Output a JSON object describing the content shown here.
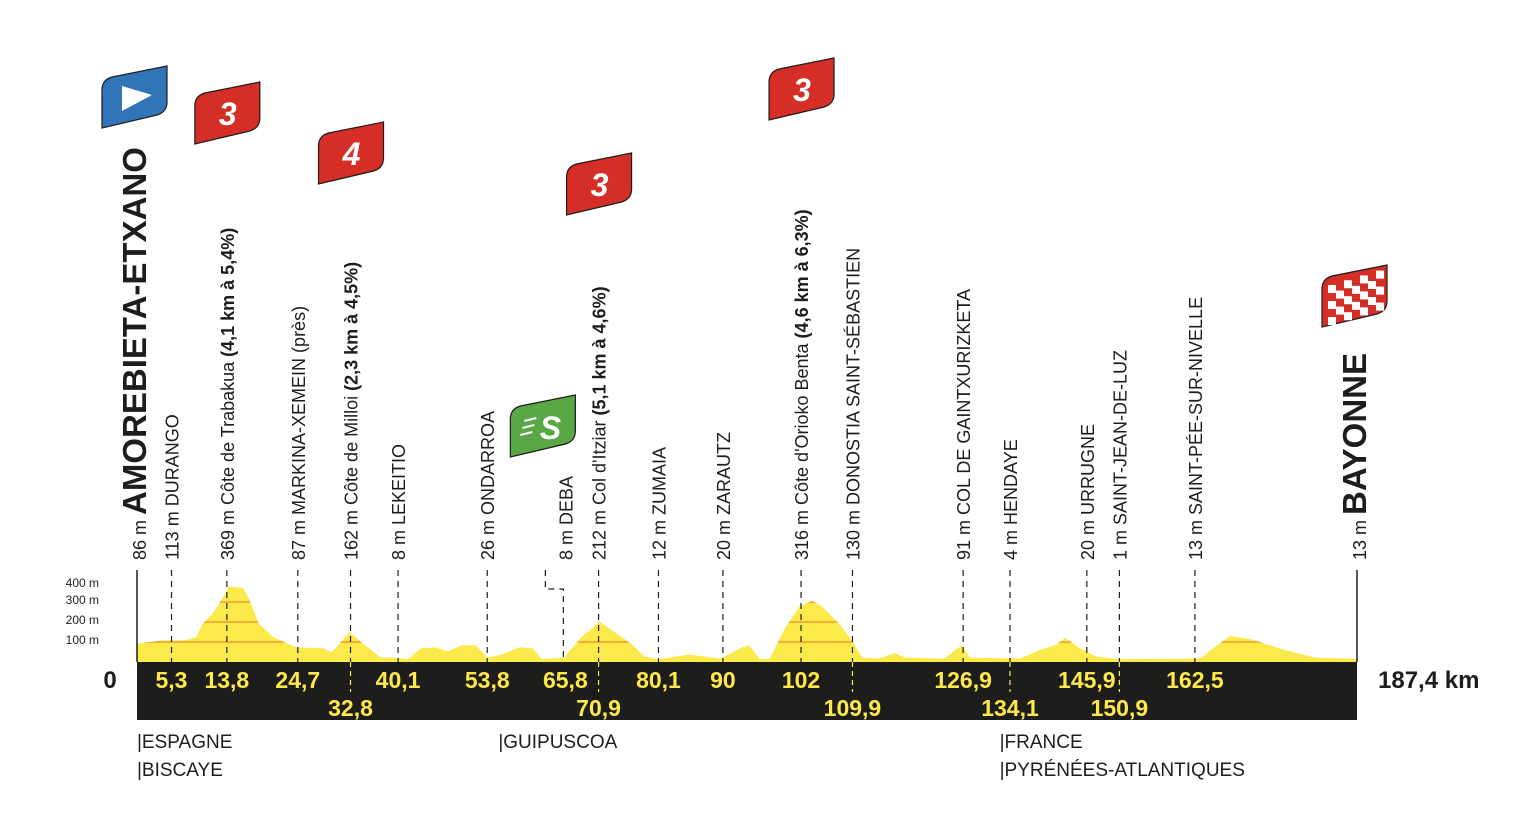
{
  "colors": {
    "profile": "#fce94a",
    "profile_band": "#f2b134",
    "bar": "#1d1d1b",
    "km_text": "#ffe94a",
    "climb_flag": "#d42e27",
    "start_flag": "#2f75b8",
    "sprint_flag": "#5aa845"
  },
  "chart_data": {
    "type": "area",
    "title": "",
    "xlabel": "km",
    "ylabel": "m",
    "xlim": [
      0,
      187.4
    ],
    "ylim": [
      0,
      400
    ],
    "y_ticks": [
      "100 m",
      "200 m",
      "300 m",
      "400 m"
    ],
    "zero_label": "0",
    "total_distance_label": "187,4 km",
    "profile": [
      [
        0,
        92
      ],
      [
        2.9,
        104
      ],
      [
        3.9,
        108
      ],
      [
        7.3,
        108
      ],
      [
        9.1,
        124
      ],
      [
        10.1,
        192
      ],
      [
        11.5,
        239
      ],
      [
        12.4,
        278
      ],
      [
        14.2,
        378
      ],
      [
        16.3,
        370
      ],
      [
        17.3,
        308
      ],
      [
        18.7,
        192
      ],
      [
        21,
        124
      ],
      [
        24.4,
        73
      ],
      [
        28.6,
        68
      ],
      [
        29.9,
        48
      ],
      [
        32.7,
        150
      ],
      [
        34.7,
        92
      ],
      [
        37.5,
        22
      ],
      [
        39.5,
        22
      ],
      [
        41.6,
        14
      ],
      [
        43.6,
        68
      ],
      [
        45.7,
        73
      ],
      [
        47.8,
        53
      ],
      [
        49.9,
        84
      ],
      [
        52,
        84
      ],
      [
        53.9,
        22
      ],
      [
        55.9,
        37
      ],
      [
        58.8,
        73
      ],
      [
        60.8,
        68
      ],
      [
        62.2,
        14
      ],
      [
        65.6,
        22
      ],
      [
        68.4,
        130
      ],
      [
        71.1,
        200
      ],
      [
        73.2,
        153
      ],
      [
        75.9,
        92
      ],
      [
        77.9,
        28
      ],
      [
        80,
        14
      ],
      [
        84.8,
        37
      ],
      [
        89.6,
        17
      ],
      [
        93,
        73
      ],
      [
        94,
        84
      ],
      [
        95.7,
        14
      ],
      [
        97.2,
        17
      ],
      [
        99.5,
        168
      ],
      [
        101.8,
        278
      ],
      [
        103.7,
        306
      ],
      [
        105.2,
        278
      ],
      [
        108,
        186
      ],
      [
        109.8,
        108
      ],
      [
        111.4,
        22
      ],
      [
        114,
        17
      ],
      [
        116.4,
        45
      ],
      [
        118,
        22
      ],
      [
        124,
        17
      ],
      [
        126.7,
        84
      ],
      [
        127.9,
        22
      ],
      [
        135.6,
        17
      ],
      [
        138.7,
        60
      ],
      [
        141,
        84
      ],
      [
        142.6,
        120
      ],
      [
        144.9,
        68
      ],
      [
        147.2,
        28
      ],
      [
        151,
        14
      ],
      [
        163.3,
        17
      ],
      [
        165.6,
        76
      ],
      [
        167.9,
        130
      ],
      [
        171,
        115
      ],
      [
        176.3,
        60
      ],
      [
        181,
        22
      ],
      [
        186.3,
        17
      ],
      [
        187.4,
        13
      ]
    ],
    "waypoints": [
      {
        "km": 0,
        "km_label": "",
        "elev": "86 m",
        "name": "AMOREBIETA-ETXANO",
        "detail": "",
        "type": "start"
      },
      {
        "km": 5.3,
        "km_label": "5,3",
        "row": 1,
        "elev": "113 m",
        "name": "DURANGO",
        "detail": ""
      },
      {
        "km": 13.8,
        "km_label": "13,8",
        "row": 1,
        "elev": "369 m",
        "name": "Côte de Trabakua",
        "detail": "(4,1 km à 5,4%)",
        "flag": "3"
      },
      {
        "km": 24.7,
        "km_label": "24,7",
        "row": 1,
        "elev": "87 m",
        "name": "MARKINA-XEMEIN",
        "detail": "(près)",
        "detail_regular": true
      },
      {
        "km": 32.8,
        "km_label": "32,8",
        "row": 2,
        "elev": "162 m",
        "name": "Côte de Milloi",
        "detail": "(2,3 km à 4,5%)",
        "flag": "4"
      },
      {
        "km": 40.1,
        "km_label": "40,1",
        "row": 1,
        "elev": "8 m",
        "name": "LEKEITIO",
        "detail": ""
      },
      {
        "km": 53.8,
        "km_label": "53,8",
        "row": 1,
        "elev": "26 m",
        "name": "ONDARROA",
        "detail": ""
      },
      {
        "km": 65.8,
        "km_label": "65,8",
        "row": 1,
        "elev": "8 m",
        "name": "DEBA",
        "detail": "",
        "sprint": "S",
        "offset": true
      },
      {
        "km": 70.9,
        "km_label": "70,9",
        "row": 2,
        "elev": "212 m",
        "name": "Col d'Itziar",
        "detail": "(5,1 km à 4,6%)",
        "flag": "3"
      },
      {
        "km": 80.1,
        "km_label": "80,1",
        "row": 1,
        "elev": "12 m",
        "name": "ZUMAIA",
        "detail": ""
      },
      {
        "km": 90,
        "km_label": "90",
        "row": 1,
        "elev": "20 m",
        "name": "ZARAUTZ",
        "detail": ""
      },
      {
        "km": 102,
        "km_label": "102",
        "row": 1,
        "elev": "316 m",
        "name": "Côte d'Orioko Benta",
        "detail": "(4,6 km à 6,3%)",
        "flag": "3"
      },
      {
        "km": 109.9,
        "km_label": "109,9",
        "row": 2,
        "elev": "130 m",
        "name": "DONOSTIA SAINT-SÉBASTIEN",
        "detail": ""
      },
      {
        "km": 126.9,
        "km_label": "126,9",
        "row": 1,
        "elev": "91 m",
        "name": "COL DE GAINTXURIZKETA",
        "detail": ""
      },
      {
        "km": 134.1,
        "km_label": "134,1",
        "row": 2,
        "elev": "4 m",
        "name": "HENDAYE",
        "detail": ""
      },
      {
        "km": 145.9,
        "km_label": "145,9",
        "row": 1,
        "elev": "20 m",
        "name": "URRUGNE",
        "detail": ""
      },
      {
        "km": 150.9,
        "km_label": "150,9",
        "row": 2,
        "elev": "1 m",
        "name": "SAINT-JEAN-DE-LUZ",
        "detail": ""
      },
      {
        "km": 162.5,
        "km_label": "162,5",
        "row": 1,
        "elev": "13 m",
        "name": "SAINT-PÉE-SUR-NIVELLE",
        "detail": ""
      },
      {
        "km": 187.4,
        "km_label": "",
        "elev": "13 m",
        "name": "BAYONNE",
        "detail": "",
        "type": "finish"
      }
    ],
    "regions": [
      {
        "km": 0,
        "lines": [
          "|ESPAGNE",
          "|BISCAYE"
        ]
      },
      {
        "km": 55.5,
        "lines": [
          "|GUIPUSCOA"
        ]
      },
      {
        "km": 132.5,
        "lines": [
          "|FRANCE",
          "|PYRÉNÉES-ATLANTIQUES"
        ]
      }
    ]
  }
}
